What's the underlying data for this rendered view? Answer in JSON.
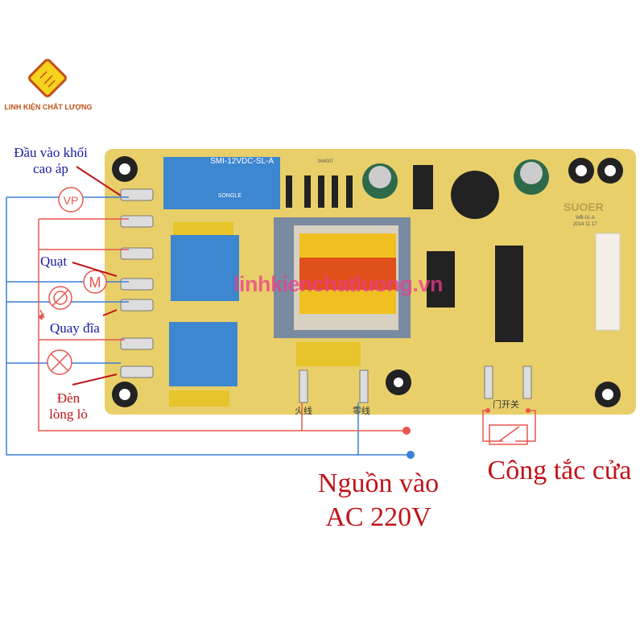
{
  "logo": {
    "brand_text": "LINH KIỆN CHẤT LƯỢNG"
  },
  "labels": {
    "hv_input": [
      "Đầu vào khối",
      "cao áp"
    ],
    "fan": "Quạt",
    "turntable": "Quay đĩa",
    "lamp": [
      "Đèn",
      "lòng lò"
    ],
    "power_in": [
      "Nguồn vào",
      "AC 220V"
    ],
    "door_switch": "Công tắc cửa"
  },
  "symbols": {
    "vp": "VP",
    "motor": "M"
  },
  "board": {
    "relay_model": "SMI-12VDC-SL-A",
    "relay_brand": "SONGLE",
    "diode_label": "IN4007",
    "brand": "SUOER",
    "model": "WB-01 A",
    "date": "2014 11 17",
    "live_label": "火线",
    "neutral_label": "零线",
    "door_label": "门开关"
  },
  "watermark": "linhkienchatluong.vn",
  "colors": {
    "board": "#e8cf6a",
    "relay": "#3d86d0",
    "wire_red": "#e8564f",
    "wire_blue": "#3c7fd6",
    "label_blue": "#1a1aa0",
    "label_red": "#c0141a"
  }
}
